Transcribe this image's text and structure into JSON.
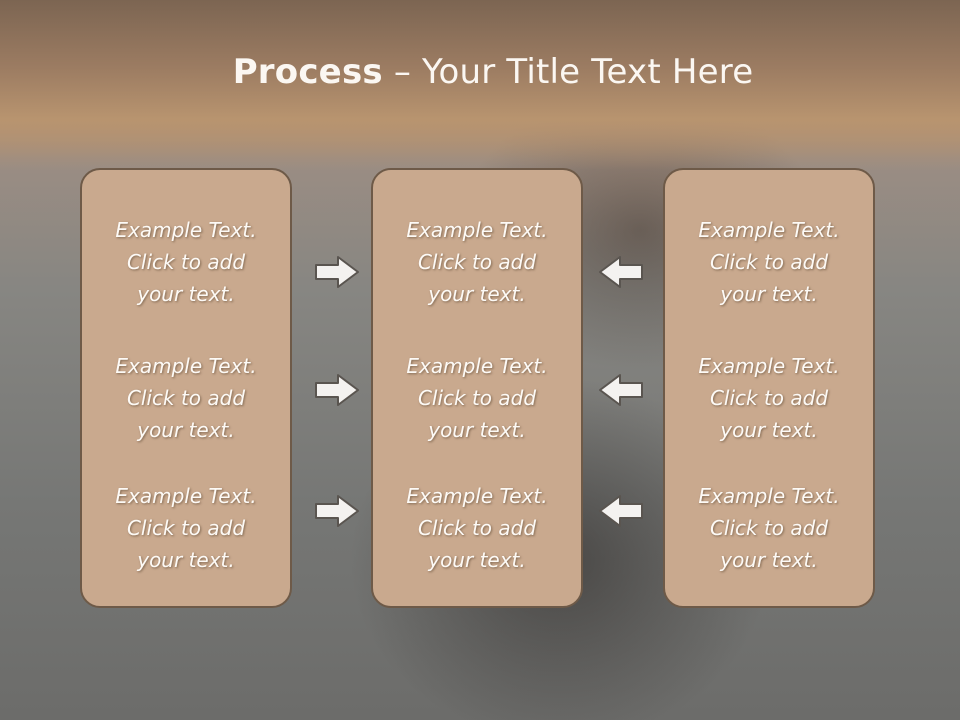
{
  "title": {
    "bold": "Process",
    "rest": " – Your Title Text Here"
  },
  "boxes": [
    {
      "texts": [
        "Example Text.\nClick  to add\nyour text.",
        "Example Text.\nClick  to add\nyour text.",
        "Example Text.\nClick  to add\nyour text."
      ]
    },
    {
      "texts": [
        "Example Text.\nClick  to add\nyour text.",
        "Example Text.\nClick  to add\nyour text.",
        "Example Text.\nClick  to add\nyour text."
      ]
    },
    {
      "texts": [
        "Example Text.\nClick  to add\nyour text.",
        "Example Text.\nClick  to add\nyour text.",
        "Example Text.\nClick  to add\nyour text."
      ]
    }
  ],
  "arrows": {
    "left_column": [
      "right-arrow-icon",
      "right-arrow-icon",
      "right-arrow-icon"
    ],
    "right_column": [
      "left-arrow-icon",
      "left-arrow-icon",
      "left-arrow-icon"
    ]
  },
  "colors": {
    "box_fill": "#c9a98e",
    "box_border": "#6e5a48",
    "header": "#b8946f"
  }
}
